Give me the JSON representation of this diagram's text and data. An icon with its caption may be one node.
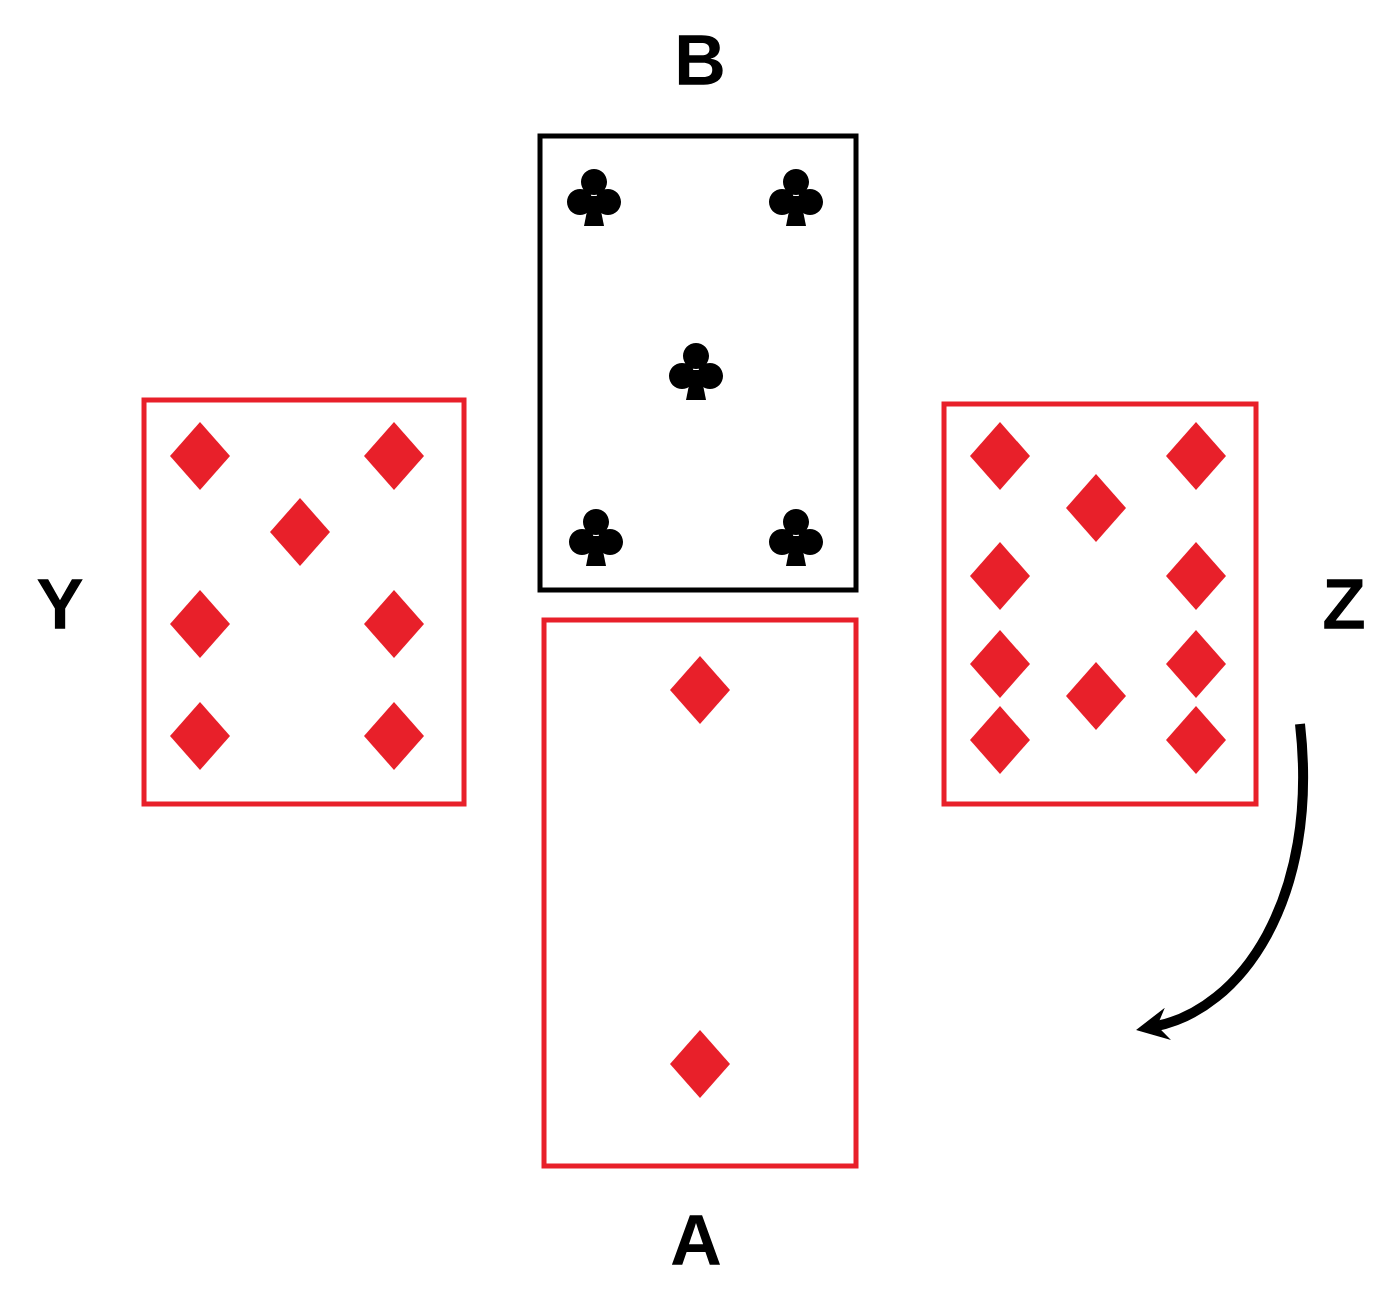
{
  "diagram": {
    "nodes": [
      {
        "text": [
          "B"
        ]
      },
      {
        "text": [
          "Y"
        ]
      },
      {
        "text": [
          "Z"
        ]
      },
      {
        "text": [
          "A"
        ]
      }
    ]
  }
}
